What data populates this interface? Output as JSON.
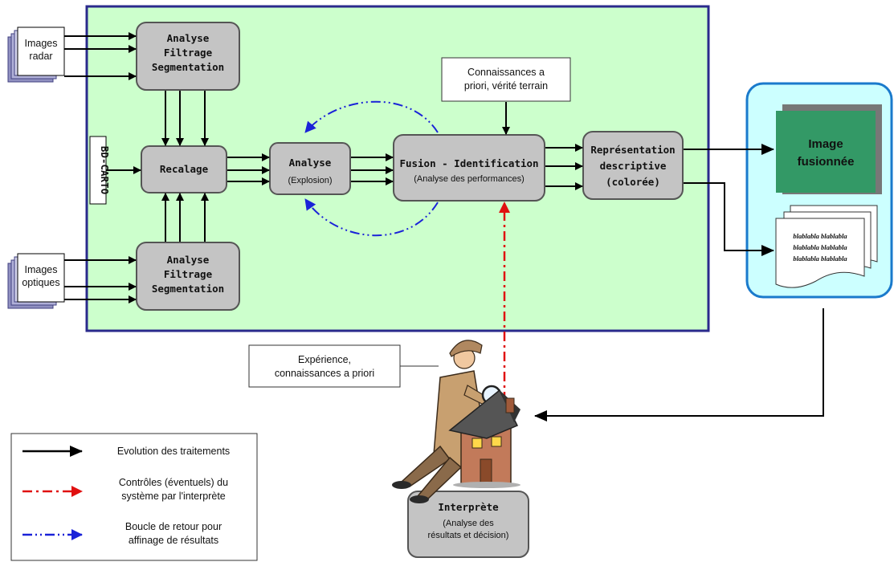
{
  "inputs": {
    "radar": [
      "Images",
      "radar"
    ],
    "optique": [
      "Images",
      "optiques"
    ],
    "bdcarto": "BD-CARTO"
  },
  "boxes": {
    "analyse_radar": [
      "Analyse",
      "Filtrage",
      "Segmentation"
    ],
    "analyse_optique": [
      "Analyse",
      "Filtrage",
      "Segmentation"
    ],
    "recalage": "Recalage",
    "analyse_explosion": [
      "Analyse",
      "(Explosion)"
    ],
    "fusion": [
      "Fusion - Identification",
      "(Analyse des performances)"
    ],
    "representation": [
      "Représentation",
      "descriptive",
      "(colorée)"
    ],
    "interprete": [
      "Interprète",
      "(Analyse des",
      "résultats et décision)"
    ]
  },
  "callouts": {
    "connaissances": [
      "Connaissances a",
      "priori, vérité terrain"
    ],
    "experience": [
      "Expérience,",
      "connaissances a priori"
    ]
  },
  "output": {
    "image": [
      "Image",
      "fusionnée"
    ],
    "doc_lines": [
      "blablabla blablabla",
      "blablabla blablabla",
      "blablabla blablabla"
    ]
  },
  "legend": [
    {
      "text": [
        "Evolution des traitements"
      ],
      "color": "#000000",
      "style": "solid"
    },
    {
      "text": [
        "Contrôles (éventuels) du",
        "système par l'interprète"
      ],
      "color": "#e01010",
      "style": "dash-dot"
    },
    {
      "text": [
        "Boucle de retour pour",
        "affinage de résultats"
      ],
      "color": "#1a22d8",
      "style": "dash-dot-dot"
    }
  ],
  "colors": {
    "main_panel": "#ccffcc",
    "panel_border": "#2a2a8c",
    "box_fill": "#c4c4c4",
    "output_panel": "#ccffff",
    "fused_image": "#339966"
  }
}
